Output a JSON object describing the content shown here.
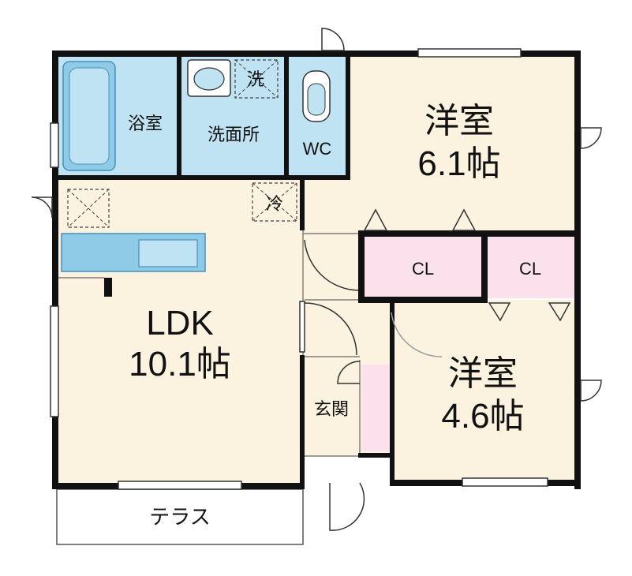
{
  "rooms": {
    "bath": "浴室",
    "washroom": "洗面所",
    "washer": "洗",
    "wc": "WC",
    "western1_name": "洋室",
    "western1_size": "6.1帖",
    "closet1": "CL",
    "closet2": "CL",
    "ldk_name": "LDK",
    "ldk_size": "10.1帖",
    "fridge": "冷",
    "entrance": "玄関",
    "western2_name": "洋室",
    "western2_size": "4.6帖",
    "terrace": "テラス"
  },
  "colors": {
    "wall": "#111111",
    "wet_area": "#bfe3f2",
    "floor": "#fbf3df",
    "closet": "#fbe1ec",
    "fixture": "#8fcbe6"
  }
}
